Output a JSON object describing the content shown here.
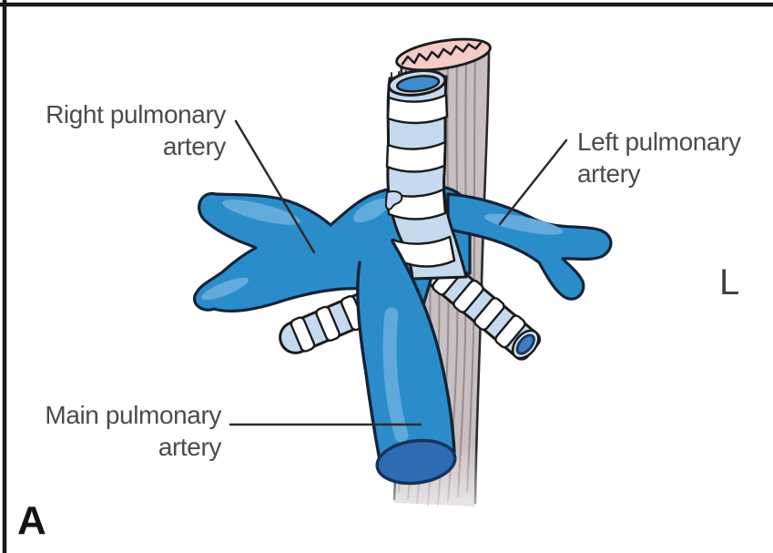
{
  "figure": {
    "panel_letter": "A",
    "orientation_letter": "L",
    "labels": {
      "right_pulmonary_artery": {
        "line1": "Right pulmonary",
        "line2": "artery"
      },
      "left_pulmonary_artery": {
        "line1": "Left pulmonary",
        "line2": "artery"
      },
      "main_pulmonary_artery": {
        "line1": "Main pulmonary",
        "line2": "artery"
      }
    },
    "colors": {
      "artery_blue": "#2a8dc9",
      "artery_highlight": "#62abdc",
      "artery_outline": "#132339",
      "vessel_lumen": "#2d6bb2",
      "vessel_lumen_outline": "#14335c",
      "ring_blue": "#c5daee",
      "ring_white": "#ffffff",
      "esoph_body": "#c9bfc2",
      "esoph_stripe": "#8e8386",
      "esoph_pink": "#f4cbc7",
      "label_text": "#4b4b4d",
      "outline_black": "#1b1b1b",
      "leader": "#2b2b2d"
    }
  }
}
